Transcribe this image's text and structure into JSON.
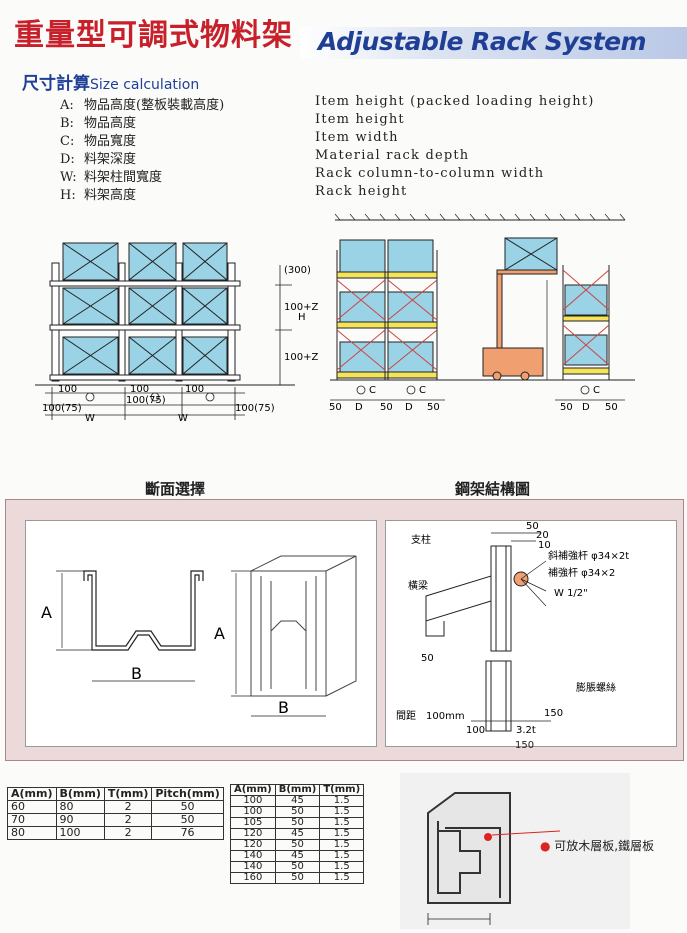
{
  "header": {
    "title_zh": "重量型可調式物料架",
    "title_en": "Adjustable Rack System"
  },
  "size_calc": {
    "heading_zh": "尺寸計算",
    "heading_en": "Size calculation",
    "items": [
      {
        "key": "A:",
        "zh": "物品高度(整板裝載高度)",
        "en": "Item height (packed loading height)"
      },
      {
        "key": "B:",
        "zh": "物品高度",
        "en": "Item height"
      },
      {
        "key": "C:",
        "zh": "物品寬度",
        "en": "Item width"
      },
      {
        "key": "D:",
        "zh": "料架深度",
        "en": "Material rack depth"
      },
      {
        "key": "W:",
        "zh": "料架柱間寬度",
        "en": "Rack column-to-column width"
      },
      {
        "key": "H:",
        "zh": "料架高度",
        "en": "Rack height"
      }
    ]
  },
  "diagram_labels": {
    "d100": "100",
    "d100_75": "100(75)",
    "w": "W",
    "c": "C",
    "d": "D",
    "h": "H",
    "a": "A",
    "b": "B",
    "d50": "50",
    "h300": "(300)",
    "h100z": "100+Z",
    "section_a": "A",
    "section_b": "B"
  },
  "captions": {
    "section": "斷面選擇",
    "structure": "鋼架結構圖"
  },
  "structure_labels": {
    "column": "支柱",
    "beam": "橫梁",
    "diag_brace": "斜補強杆 φ34×2t",
    "brace_bolt": "補強杆 φ34×2",
    "w_half": "W 1/2\"",
    "expansion_bolt": "膨脹螺絲",
    "pitch": "間距",
    "pitch_value": "100mm",
    "d50a": "50",
    "d20": "20",
    "d10": "10",
    "d50b": "50",
    "d100": "100",
    "d3_2": "3.2t",
    "d150a": "150",
    "d150b": "150"
  },
  "table1": {
    "headers": [
      "A(mm)",
      "B(mm)",
      "T(mm)",
      "Pitch(mm)"
    ],
    "rows": [
      [
        "60",
        "80",
        "2",
        "50"
      ],
      [
        "70",
        "90",
        "2",
        "50"
      ],
      [
        "80",
        "100",
        "2",
        "76"
      ]
    ]
  },
  "table2": {
    "headers": [
      "A(mm)",
      "B(mm)",
      "T(mm)"
    ],
    "rows": [
      [
        "100",
        "45",
        "1.5"
      ],
      [
        "100",
        "50",
        "1.5"
      ],
      [
        "105",
        "50",
        "1.5"
      ],
      [
        "120",
        "45",
        "1.5"
      ],
      [
        "120",
        "50",
        "1.5"
      ],
      [
        "140",
        "45",
        "1.5"
      ],
      [
        "140",
        "50",
        "1.5"
      ],
      [
        "160",
        "50",
        "1.5"
      ]
    ]
  },
  "note": "可放木層板,鐵層板",
  "colors": {
    "title_red": "#c8202a",
    "title_blue": "#1f3f96",
    "box_blue": "#9ad2e6",
    "beam_yellow": "#f5e45a",
    "forklift": "#f0a070",
    "panel_pink": "#ecdada"
  }
}
